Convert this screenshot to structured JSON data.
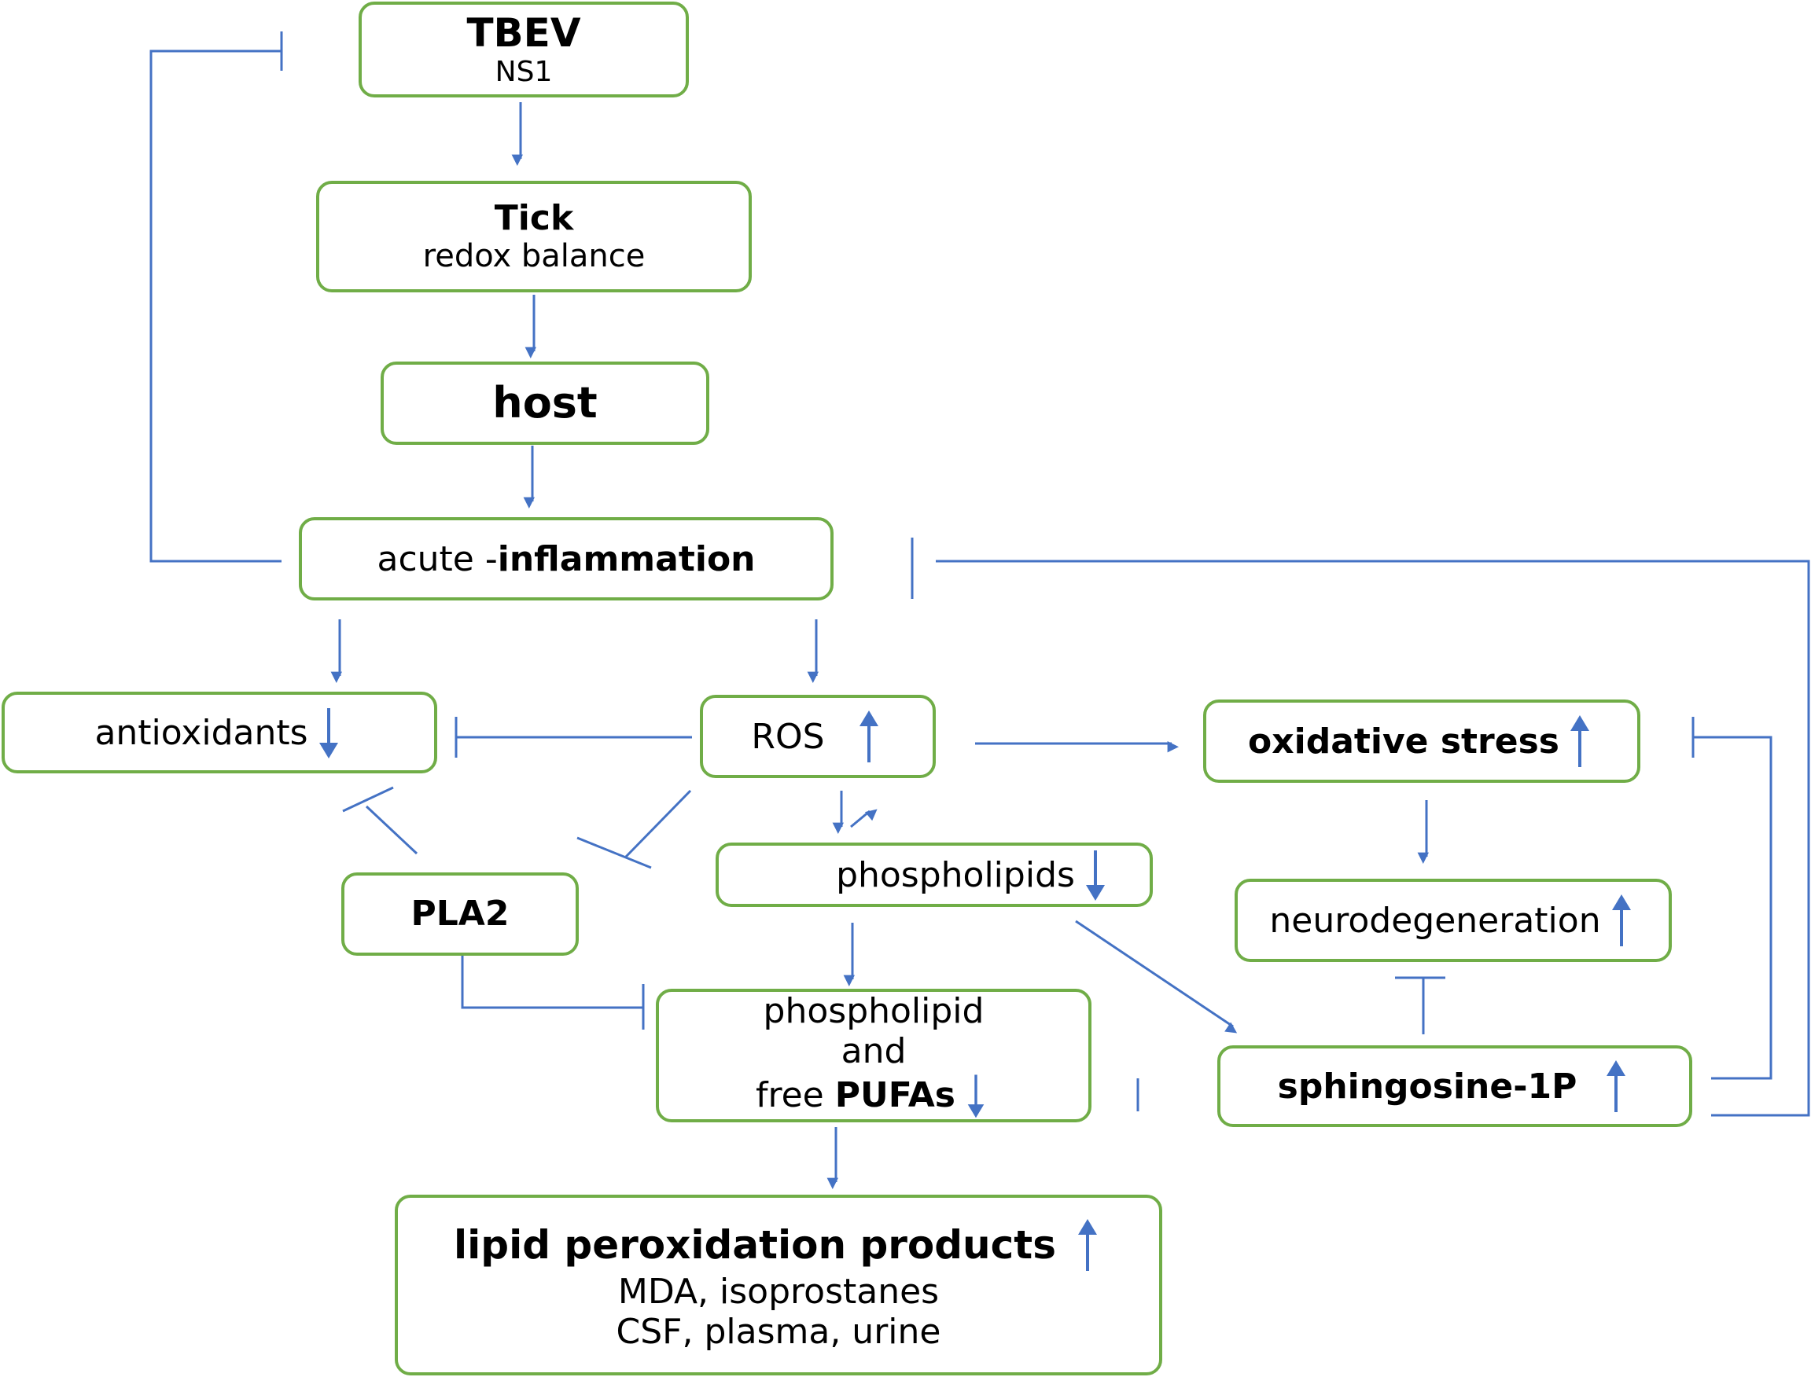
{
  "nodes": {
    "tbev": {
      "title": "TBEV",
      "subtitle": "NS1"
    },
    "tick": {
      "title": "Tick",
      "subtitle": "redox balance"
    },
    "host": {
      "title": "host"
    },
    "inflammation": {
      "prefix": "acute -",
      "title": "inflammation"
    },
    "antioxidants": {
      "title": "antioxidants",
      "trend": "down"
    },
    "ros": {
      "title": "ROS",
      "trend": "up"
    },
    "oxidative_stress": {
      "title": "oxidative stress",
      "trend": "up"
    },
    "phospholipids": {
      "title": "phospholipids",
      "trend": "down"
    },
    "neurodegeneration": {
      "title": "neurodegeneration",
      "trend": "up"
    },
    "pla2": {
      "title": "PLA2"
    },
    "pufas": {
      "line1": "phospholipid",
      "line2": "and",
      "line3_prefix": "free ",
      "line3_bold": "PUFAs",
      "trend": "down"
    },
    "sphingosine": {
      "title": "sphingosine-1P",
      "trend": "up"
    },
    "lipid_products": {
      "title": "lipid peroxidation products",
      "line2": "MDA, isoprostanes",
      "line3": "CSF, plasma, urine",
      "trend": "up"
    }
  },
  "colors": {
    "box_border": "#70ad47",
    "arrow": "#4472c4",
    "text": "#000000"
  },
  "edges": [
    {
      "from": "tbev",
      "to": "tick",
      "type": "activates"
    },
    {
      "from": "tick",
      "to": "host",
      "type": "activates"
    },
    {
      "from": "host",
      "to": "inflammation",
      "type": "activates"
    },
    {
      "from": "inflammation",
      "to": "tbev",
      "type": "inhibits"
    },
    {
      "from": "inflammation",
      "to": "antioxidants",
      "type": "activates"
    },
    {
      "from": "inflammation",
      "to": "ros",
      "type": "activates"
    },
    {
      "from": "ros",
      "to": "antioxidants",
      "type": "inhibits"
    },
    {
      "from": "ros",
      "to": "oxidative_stress",
      "type": "activates"
    },
    {
      "from": "ros",
      "to": "phospholipids",
      "type": "activates"
    },
    {
      "from": "ros",
      "to": "pla2",
      "type": "inhibits"
    },
    {
      "from": "pla2",
      "to": "antioxidants",
      "type": "inhibits"
    },
    {
      "from": "pla2",
      "to": "pufas",
      "type": "inhibits"
    },
    {
      "from": "oxidative_stress",
      "to": "neurodegeneration",
      "type": "activates"
    },
    {
      "from": "phospholipids",
      "to": "pufas",
      "type": "activates"
    },
    {
      "from": "phospholipids",
      "to": "sphingosine",
      "type": "activates"
    },
    {
      "from": "sphingosine",
      "to": "neurodegeneration",
      "type": "inhibits"
    },
    {
      "from": "sphingosine",
      "to": "oxidative_stress",
      "type": "inhibits"
    },
    {
      "from": "sphingosine",
      "to": "inflammation",
      "type": "inhibits"
    },
    {
      "from": "pufas",
      "to": "lipid_products",
      "type": "activates"
    }
  ]
}
